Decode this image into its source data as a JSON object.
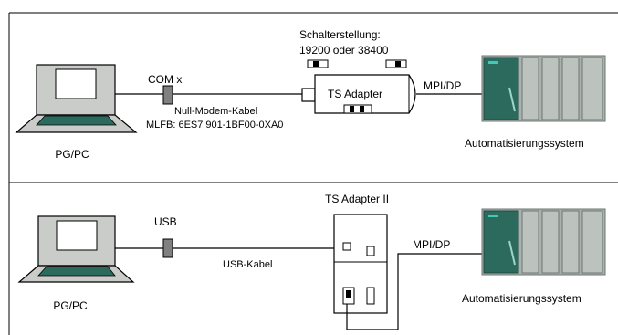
{
  "diagram": {
    "top": {
      "switch_caption": "Schalterstellung:",
      "switch_values": "19200 oder 38400",
      "port_label": "COM x",
      "cable_label": "Null-Modem-Kabel",
      "order_number": "MLFB: 6ES7 901-1BF00-0XA0",
      "adapter_label": "TS Adapter",
      "bus_label": "MPI/DP",
      "pc_label": "PG/PC",
      "system_label": "Automatisierungssystem"
    },
    "bottom": {
      "port_label": "USB",
      "cable_label": "USB-Kabel",
      "adapter_label": "TS Adapter II",
      "bus_label": "MPI/DP",
      "pc_label": "PG/PC",
      "system_label": "Automatisierungssystem"
    },
    "colors": {
      "laptop_body": "#c9ccc9",
      "laptop_outline": "#000000",
      "plc_rack": "#aab2ad",
      "plc_module": "#2c6a5e",
      "plc_led": "#40c8b8",
      "connector": "#808080",
      "adapter_fill": "#ffffff"
    }
  }
}
